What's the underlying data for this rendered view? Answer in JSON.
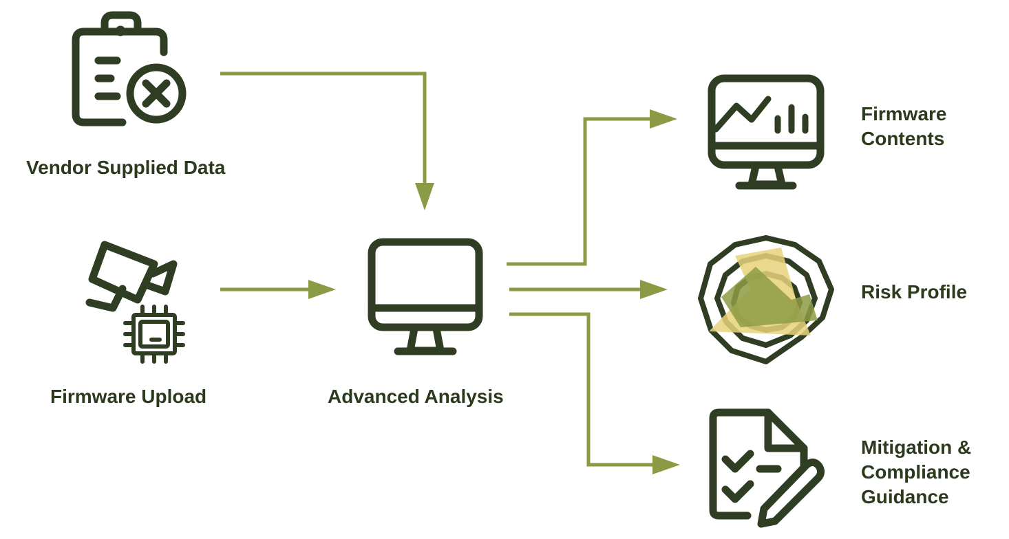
{
  "nodes": {
    "vendor_data": {
      "label": "Vendor Supplied Data",
      "icon": "clipboard-x-icon"
    },
    "firmware_upload": {
      "label": "Firmware Upload",
      "icon": "camera-chip-icon"
    },
    "advanced_analysis": {
      "label": "Advanced Analysis",
      "icon": "monitor-icon"
    },
    "firmware_contents": {
      "label_lines": [
        "Firmware",
        "Contents"
      ],
      "icon": "monitor-chart-icon"
    },
    "risk_profile": {
      "label": "Risk Profile",
      "icon": "risk-radar-icon"
    },
    "mitigation": {
      "label_lines": [
        "Mitigation &",
        "Compliance",
        "Guidance"
      ],
      "icon": "document-checklist-pen-icon"
    }
  },
  "edges": [
    {
      "from": "vendor_data",
      "to": "advanced_analysis"
    },
    {
      "from": "firmware_upload",
      "to": "advanced_analysis"
    },
    {
      "from": "advanced_analysis",
      "to": "firmware_contents"
    },
    {
      "from": "advanced_analysis",
      "to": "risk_profile"
    },
    {
      "from": "advanced_analysis",
      "to": "mitigation"
    }
  ],
  "colors": {
    "icon_stroke": "#2f3d22",
    "label_text": "#2b3a1c",
    "connector": "#8b9a44",
    "radar_fill_dark": "#8e9b45",
    "radar_fill_light": "#e6d27a"
  }
}
